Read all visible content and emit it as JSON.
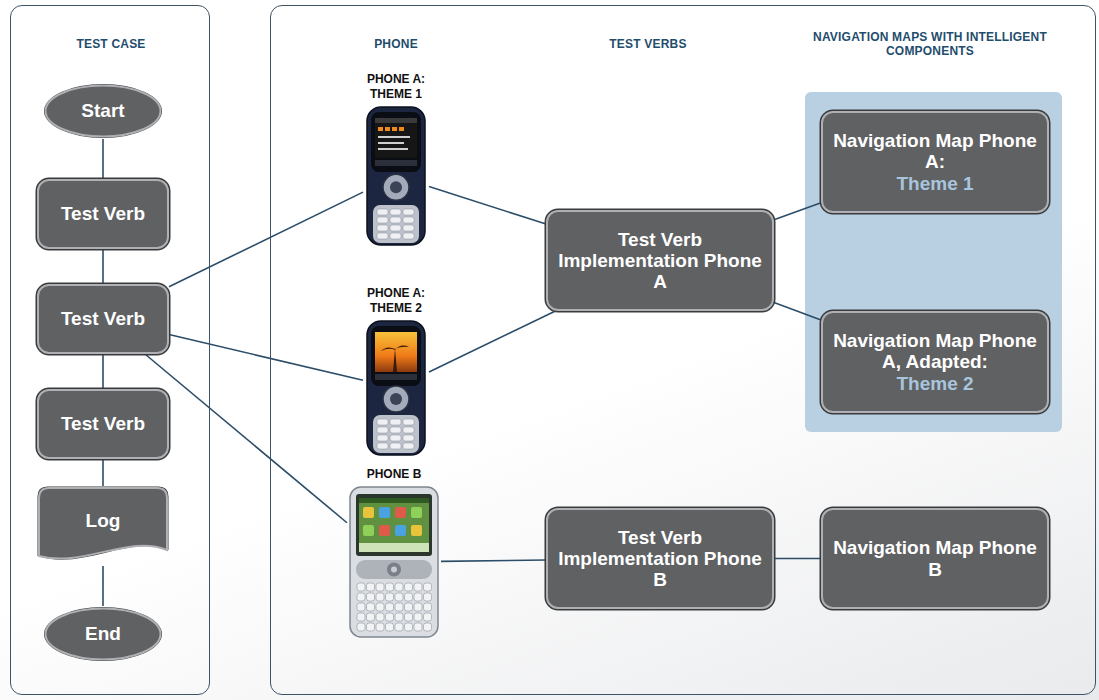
{
  "diagram": {
    "nodes": [
      {
        "text": [
          "TEST CASE"
        ]
      },
      {
        "text": [
          "Start"
        ],
        "in": 0
      },
      {
        "text": [
          "Test Verb"
        ],
        "in": 0
      },
      {
        "text": [
          "Test Verb"
        ],
        "in": 0
      },
      {
        "text": [
          "Test Verb"
        ],
        "in": 0
      },
      {
        "text": [
          "Log"
        ],
        "in": 0
      },
      {
        "text": [
          "End"
        ],
        "in": 0
      },
      {
        "text": [
          "PHONE",
          "TEST VERBS",
          "NAVIGATION MAPS WITH INTELLIGENT COMPONENTS"
        ]
      },
      {
        "text": [
          "PHONE A: THEME 1"
        ],
        "in": 7
      },
      {
        "text": [
          "PHONE A: THEME 2"
        ],
        "in": 7
      },
      {
        "text": [
          "PHONE B"
        ],
        "in": 7
      },
      {
        "text": [
          "Test Verb Implementation Phone A"
        ],
        "in": 7
      },
      {
        "text": [
          "Navigation Map Phone A:",
          "Theme 1"
        ],
        "in": 7
      },
      {
        "text": [
          "Navigation Map Phone A, Adapted:",
          "Theme 2"
        ],
        "in": 7
      },
      {
        "text": [
          "Test Verb Implementation Phone B"
        ],
        "in": 7
      },
      {
        "text": [
          "Navigation Map Phone B"
        ],
        "in": 7
      }
    ],
    "edges": [
      {
        "from": 1,
        "to": 2,
        "arrow": "none"
      },
      {
        "from": 2,
        "to": 3,
        "arrow": "none"
      },
      {
        "from": 3,
        "to": 4,
        "arrow": "none"
      },
      {
        "from": 4,
        "to": 5,
        "arrow": "none"
      },
      {
        "from": 5,
        "to": 6,
        "arrow": "none"
      },
      {
        "from": 3,
        "to": 8,
        "arrow": "none"
      },
      {
        "from": 3,
        "to": 9,
        "arrow": "none"
      },
      {
        "from": 3,
        "to": 10,
        "arrow": "none"
      },
      {
        "from": 8,
        "to": 11,
        "arrow": "none"
      },
      {
        "from": 9,
        "to": 11,
        "arrow": "none"
      },
      {
        "from": 10,
        "to": 14,
        "arrow": "none"
      },
      {
        "from": 11,
        "to": 12,
        "arrow": "none"
      },
      {
        "from": 11,
        "to": 13,
        "arrow": "none"
      },
      {
        "from": 14,
        "to": 15,
        "arrow": "none"
      }
    ]
  }
}
